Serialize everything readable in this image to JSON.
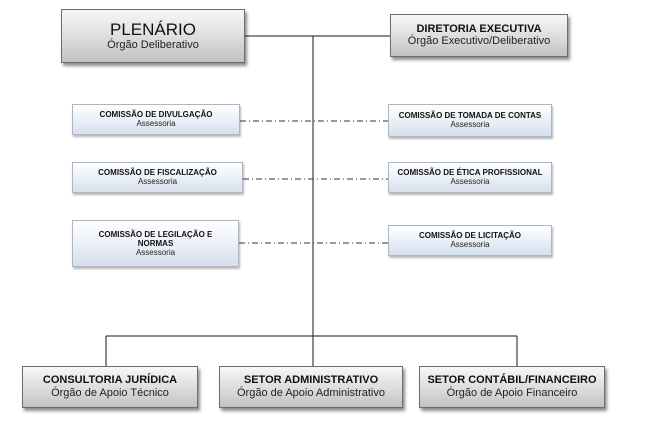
{
  "top": {
    "plenario": {
      "title": "PLENÁRIO",
      "subtitle": "Órgão Deliberativo"
    },
    "diretoria": {
      "title": "DIRETORIA EXECUTIVA",
      "subtitle": "Órgão Executivo/Deliberativo"
    }
  },
  "commissions_left": [
    {
      "title": "COMISSÃO DE DIVULGAÇÃO",
      "subtitle": "Assessoria"
    },
    {
      "title": "COMISSÃO DE FISCALIZAÇÃO",
      "subtitle": "Assessoria"
    },
    {
      "title": "COMISSÃO DE LEGILAÇÃO E NORMAS",
      "subtitle": "Assessoria"
    }
  ],
  "commissions_right": [
    {
      "title": "COMISSÃO DE TOMADA DE CONTAS",
      "subtitle": "Assessoria"
    },
    {
      "title": "COMISSÃO DE ÉTICA PROFISSIONAL",
      "subtitle": "Assessoria"
    },
    {
      "title": "COMISSÃO DE LICITAÇÃO",
      "subtitle": "Assessoria"
    }
  ],
  "bottom": [
    {
      "title": "CONSULTORIA JURÍDICA",
      "subtitle": "Órgão de Apoio Técnico"
    },
    {
      "title": "SETOR ADMINISTRATIVO",
      "subtitle": "Órgão de Apoio Administrativo"
    },
    {
      "title": "SETOR CONTÁBIL/FINANCEIRO",
      "subtitle": "Órgão de Apoio Financeiro"
    }
  ],
  "colors": {
    "line": "#1a1a1a",
    "dash_line": "#333333",
    "gray_border": "#6d6d6d",
    "blue_border": "#a9b7ca"
  }
}
